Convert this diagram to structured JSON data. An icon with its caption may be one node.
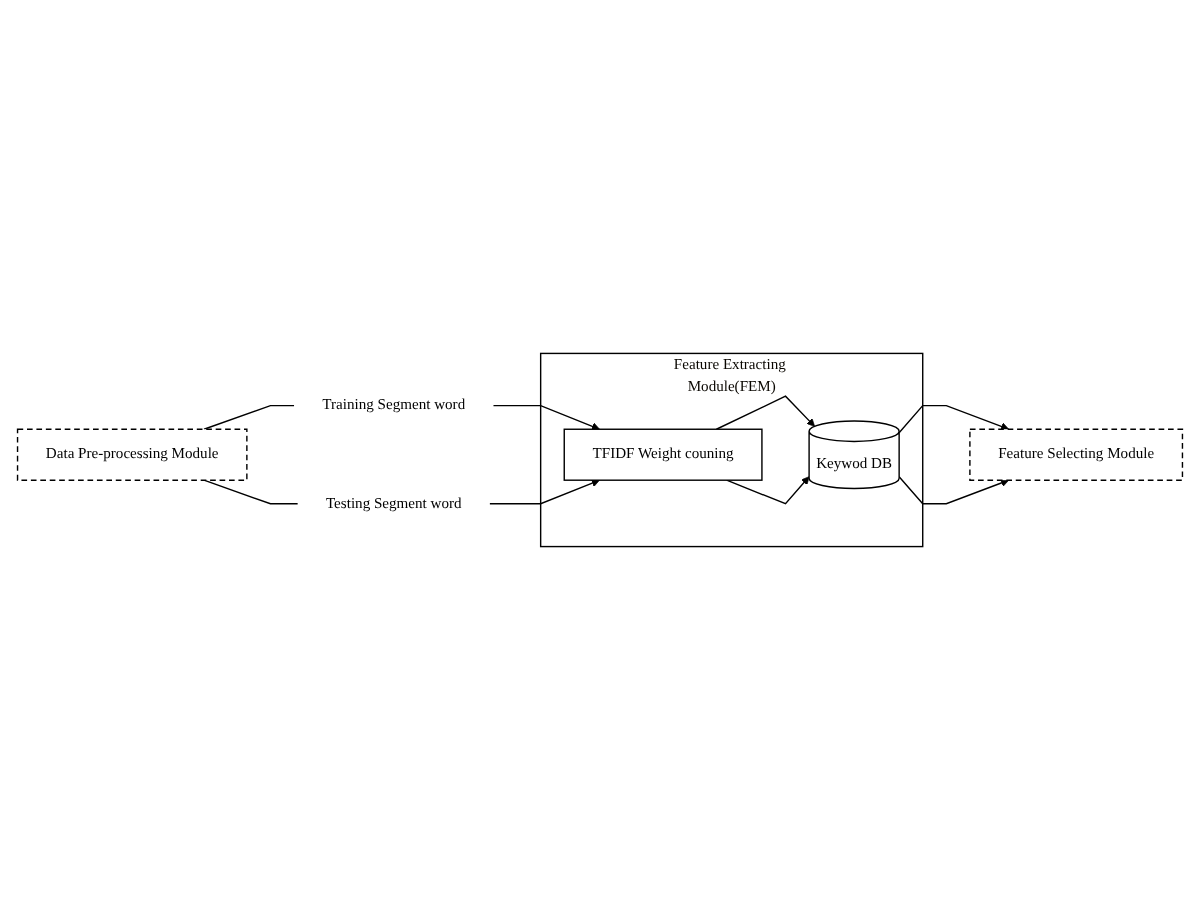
{
  "diagram": {
    "nodes": [
      {
        "text": [
          "Feature Extracting Module(FEM)"
        ]
      },
      {
        "text": [
          "TFIDF Weight couning"
        ],
        "in": 0
      },
      {
        "text": [
          "Keywod DB"
        ],
        "in": 0
      },
      {
        "text": [
          "Training Segment word"
        ]
      },
      {
        "text": [
          "Testing Segment word"
        ]
      },
      {
        "text": [
          "Feature Selecting Module"
        ]
      },
      {
        "text": [
          "Data Pre-processing Module"
        ]
      }
    ],
    "edges": [
      {
        "from": 1,
        "to": 2,
        "arrow": "to"
      },
      {
        "from": 1,
        "to": 2,
        "arrow": "to"
      },
      {
        "from": 2,
        "to": 5,
        "arrow": "to"
      },
      {
        "from": 2,
        "to": 5,
        "arrow": "to"
      },
      {
        "from": 3,
        "to": 1,
        "arrow": "to"
      },
      {
        "from": 4,
        "to": 1,
        "arrow": "to"
      },
      {
        "from": 6,
        "to": 3,
        "arrow": "none"
      },
      {
        "from": 6,
        "to": 4,
        "arrow": "none"
      }
    ]
  }
}
